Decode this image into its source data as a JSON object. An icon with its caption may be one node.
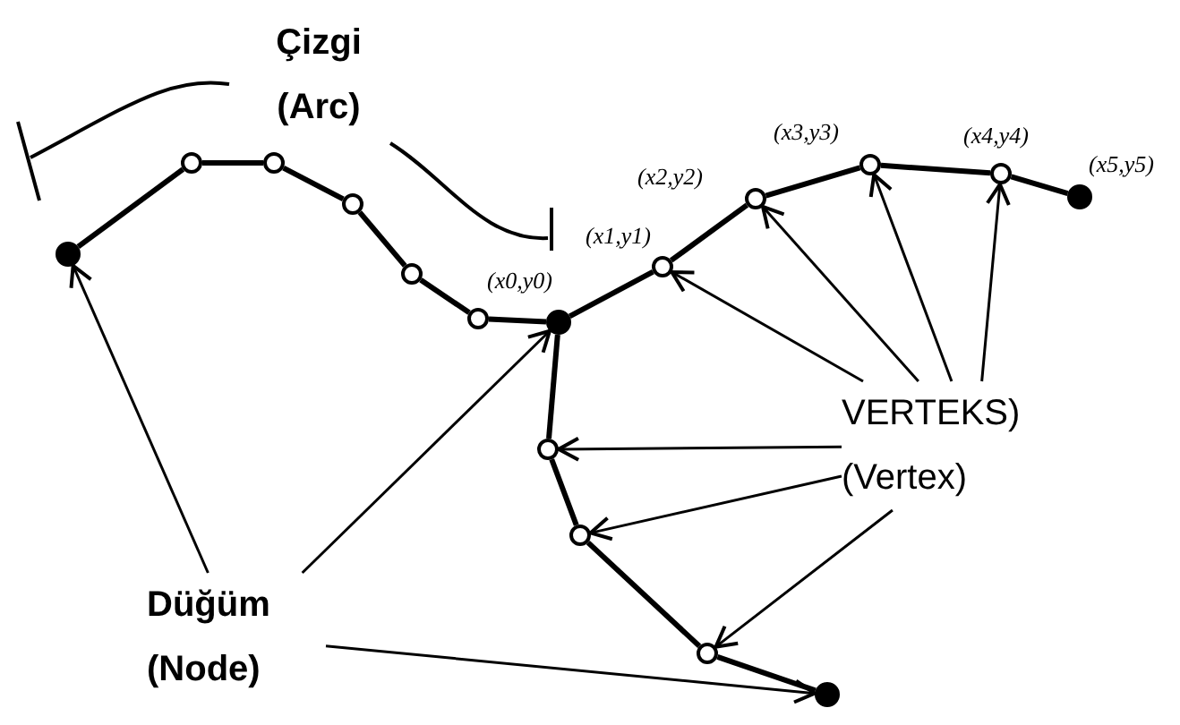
{
  "diagram": {
    "nodes": [
      {
        "text": [
          "Çizgi (Arc)"
        ]
      },
      {
        "text": [],
        "shape": "circle"
      },
      {
        "text": [],
        "shape": "circle"
      },
      {
        "text": [],
        "shape": "circle"
      },
      {
        "text": [],
        "shape": "circle"
      },
      {
        "text": [],
        "shape": "circle"
      },
      {
        "text": [],
        "shape": "circle"
      },
      {
        "text": [],
        "shape": "circle",
        "beside": [
          "(x0,y0)"
        ]
      },
      {
        "text": [],
        "shape": "circle",
        "beside": [
          "(x1,y1)"
        ]
      },
      {
        "text": [],
        "shape": "circle",
        "beside": [
          "(x2,y2)"
        ]
      },
      {
        "text": [],
        "shape": "circle",
        "beside": [
          "(x3,y3)"
        ]
      },
      {
        "text": [],
        "shape": "circle",
        "beside": [
          "(x4,y4)"
        ]
      },
      {
        "text": [],
        "shape": "circle",
        "beside": [
          "(x5,y5)"
        ]
      },
      {
        "text": [],
        "shape": "circle"
      },
      {
        "text": [],
        "shape": "circle"
      },
      {
        "text": [],
        "shape": "circle"
      },
      {
        "text": [],
        "shape": "circle"
      },
      {
        "text": [
          "VERTEKS) (Vertex)"
        ]
      },
      {
        "text": [
          "Düğüm (Node)"
        ]
      }
    ],
    "edges": [
      {
        "from": 1,
        "to": 2,
        "arrow": "none"
      },
      {
        "from": 2,
        "to": 3,
        "arrow": "none"
      },
      {
        "from": 3,
        "to": 4,
        "arrow": "none"
      },
      {
        "from": 4,
        "to": 5,
        "arrow": "none"
      },
      {
        "from": 5,
        "to": 6,
        "arrow": "none"
      },
      {
        "from": 6,
        "to": 7,
        "arrow": "none"
      },
      {
        "from": 7,
        "to": 8,
        "arrow": "none"
      },
      {
        "from": 8,
        "to": 9,
        "arrow": "none"
      },
      {
        "from": 9,
        "to": 10,
        "arrow": "none"
      },
      {
        "from": 10,
        "to": 11,
        "arrow": "none"
      },
      {
        "from": 11,
        "to": 12,
        "arrow": "none"
      },
      {
        "from": 7,
        "to": 13,
        "arrow": "none"
      },
      {
        "from": 13,
        "to": 14,
        "arrow": "none"
      },
      {
        "from": 14,
        "to": 15,
        "arrow": "none"
      },
      {
        "from": 15,
        "to": 16,
        "arrow": "none"
      },
      {
        "from": 18,
        "to": 1,
        "arrow": "to"
      },
      {
        "from": 18,
        "to": 7,
        "arrow": "to"
      },
      {
        "from": 18,
        "to": 16,
        "arrow": "to"
      },
      {
        "from": 17,
        "to": 8,
        "arrow": "to"
      },
      {
        "from": 17,
        "to": 9,
        "arrow": "to"
      },
      {
        "from": 17,
        "to": 10,
        "arrow": "to"
      },
      {
        "from": 17,
        "to": 11,
        "arrow": "to"
      },
      {
        "from": 17,
        "to": 13,
        "arrow": "to"
      },
      {
        "from": 17,
        "to": 14,
        "arrow": "to"
      },
      {
        "from": 17,
        "to": 15,
        "arrow": "to"
      }
    ]
  }
}
